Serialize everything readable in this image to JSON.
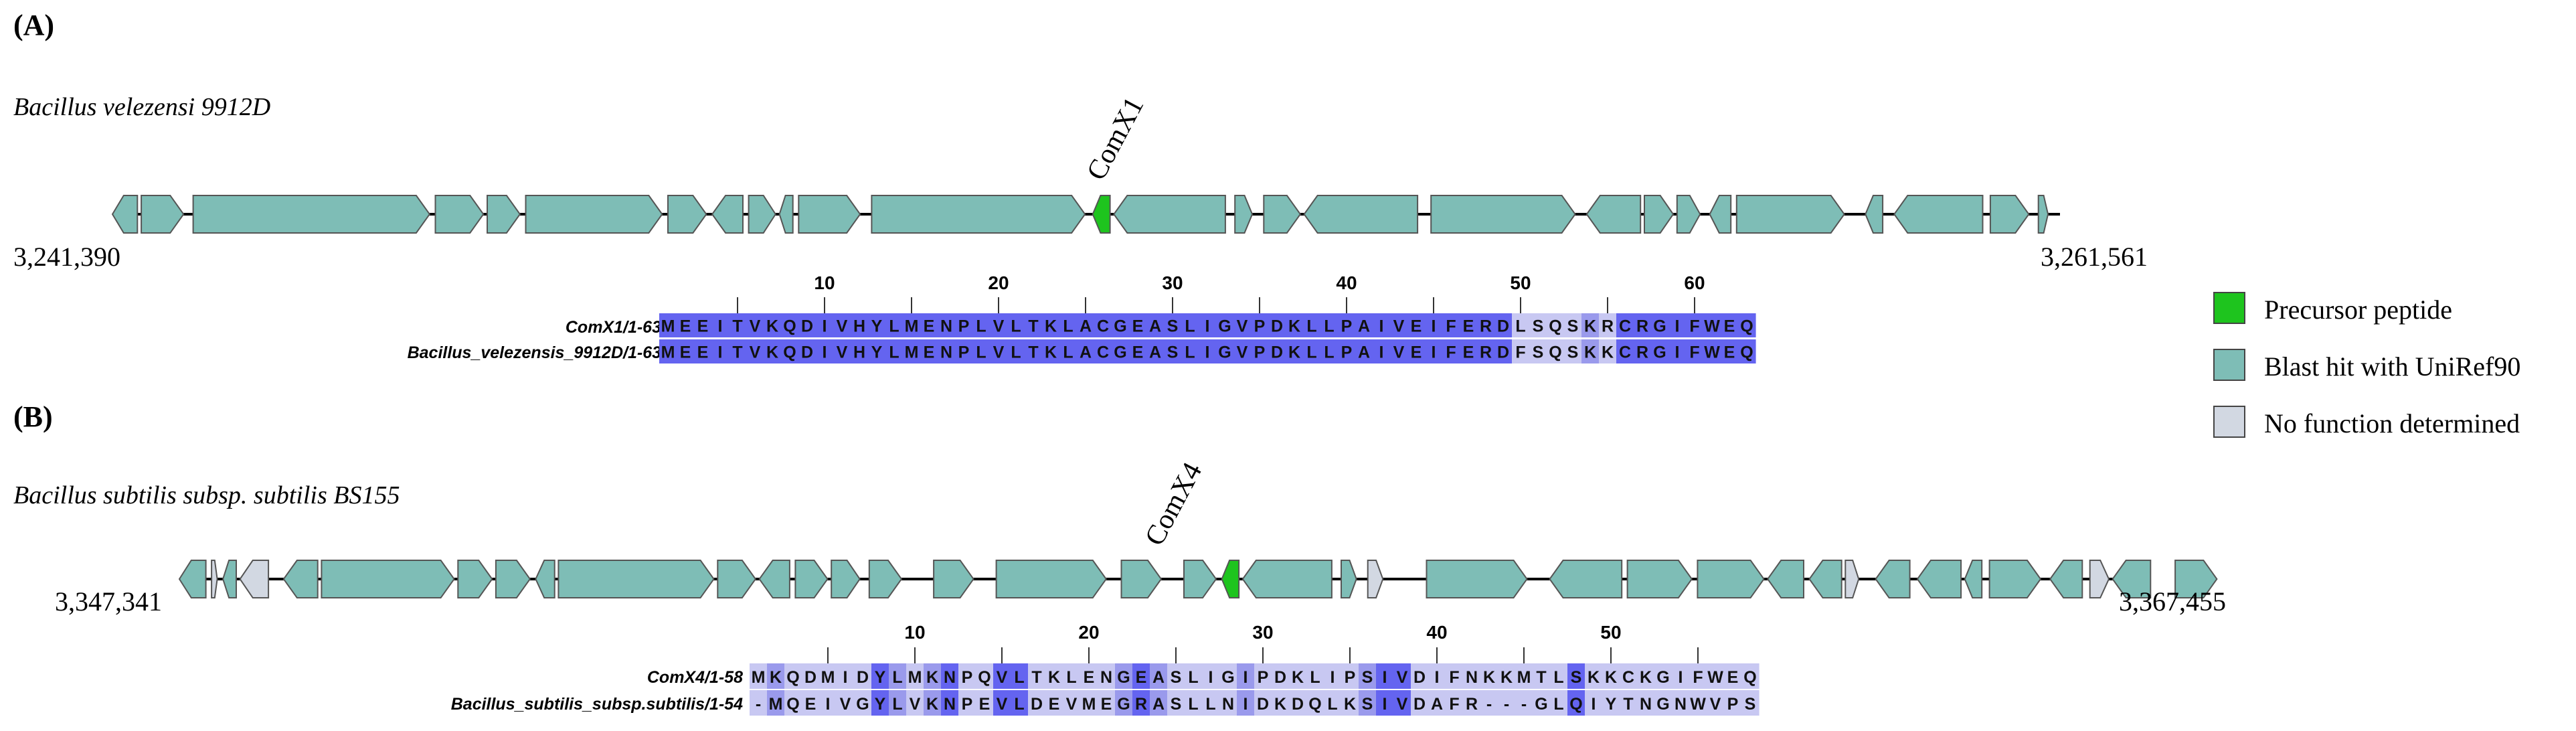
{
  "colors": {
    "precursor": "#1ec41e",
    "blast": "#7ebdb6",
    "nofunction": "#d2d8e2",
    "stroke": "#555555",
    "aln_dark": "#6464f0",
    "aln_mid": "#9a9aec",
    "aln_light": "#c8c8f2",
    "aln_none": "#ffffff"
  },
  "legend": {
    "items": [
      {
        "label": "Precursor peptide",
        "color_key": "precursor"
      },
      {
        "label": "Blast hit with UniRef90",
        "color_key": "blast"
      },
      {
        "label": "No function determined",
        "color_key": "nofunction"
      }
    ]
  },
  "panels": [
    {
      "tag": "(A)",
      "organism": "Bacillus velezensi 9912D",
      "start_coord": "3,241,390",
      "end_coord": "3,261,561",
      "precursor_label": "ComX1",
      "genes": [
        {
          "start": 0.0,
          "end": 0.013,
          "strand": "-",
          "type": "blast"
        },
        {
          "start": 0.015,
          "end": 0.037,
          "strand": "+",
          "type": "blast"
        },
        {
          "start": 0.042,
          "end": 0.165,
          "strand": "+",
          "type": "blast"
        },
        {
          "start": 0.168,
          "end": 0.193,
          "strand": "+",
          "type": "blast"
        },
        {
          "start": 0.195,
          "end": 0.212,
          "strand": "+",
          "type": "blast"
        },
        {
          "start": 0.215,
          "end": 0.286,
          "strand": "+",
          "type": "blast"
        },
        {
          "start": 0.289,
          "end": 0.309,
          "strand": "+",
          "type": "blast"
        },
        {
          "start": 0.312,
          "end": 0.328,
          "strand": "-",
          "type": "blast"
        },
        {
          "start": 0.331,
          "end": 0.345,
          "strand": "+",
          "type": "blast"
        },
        {
          "start": 0.347,
          "end": 0.354,
          "strand": "-",
          "type": "blast"
        },
        {
          "start": 0.357,
          "end": 0.389,
          "strand": "+",
          "type": "blast"
        },
        {
          "start": 0.395,
          "end": 0.506,
          "strand": "+",
          "type": "blast"
        },
        {
          "start": 0.51,
          "end": 0.519,
          "strand": "-",
          "type": "precursor"
        },
        {
          "start": 0.521,
          "end": 0.579,
          "strand": "-",
          "type": "blast"
        },
        {
          "start": 0.584,
          "end": 0.593,
          "strand": "+",
          "type": "blast"
        },
        {
          "start": 0.599,
          "end": 0.618,
          "strand": "+",
          "type": "blast"
        },
        {
          "start": 0.62,
          "end": 0.679,
          "strand": "-",
          "type": "blast"
        },
        {
          "start": 0.686,
          "end": 0.761,
          "strand": "+",
          "type": "blast"
        },
        {
          "start": 0.767,
          "end": 0.795,
          "strand": "-",
          "type": "blast"
        },
        {
          "start": 0.797,
          "end": 0.812,
          "strand": "+",
          "type": "blast"
        },
        {
          "start": 0.814,
          "end": 0.826,
          "strand": "+",
          "type": "blast"
        },
        {
          "start": 0.831,
          "end": 0.842,
          "strand": "-",
          "type": "blast"
        },
        {
          "start": 0.845,
          "end": 0.901,
          "strand": "+",
          "type": "blast"
        },
        {
          "start": 0.912,
          "end": 0.921,
          "strand": "-",
          "type": "blast"
        },
        {
          "start": 0.927,
          "end": 0.973,
          "strand": "-",
          "type": "blast"
        },
        {
          "start": 0.977,
          "end": 0.997,
          "strand": "+",
          "type": "blast"
        },
        {
          "start": 1.002,
          "end": 1.007,
          "strand": "+",
          "type": "blast"
        }
      ],
      "alignment": {
        "ticks": [
          10,
          20,
          30,
          40,
          50,
          60
        ],
        "rows": [
          {
            "name": "ComX1/1-63",
            "seq": "MEEITVKQDIVHYLMENPLVLTKLACGEASLIGVPDKLLPAIVEIFERDLSQSKRCRGIFWEQ"
          },
          {
            "name": "Bacillus_velezensis_9912D/1-63",
            "seq": "MEEITVKQDIVHYLMENPLVLTKLACGEASLIGVPDKLLPAIVEIFERDFSQSKKCRGIFWEQ"
          }
        ],
        "shades": "dddddddddddddddddddddddddddddddddddddddddddddddddllllmlddddddddd"
      }
    },
    {
      "tag": "(B)",
      "organism": "Bacillus subtilis subsp. subtilis BS155",
      "start_coord": "3,347,341",
      "end_coord": "3,367,455",
      "precursor_label": "ComX4",
      "genes": [
        {
          "start": 0.0,
          "end": 0.014,
          "strand": "-",
          "type": "blast"
        },
        {
          "start": 0.017,
          "end": 0.02,
          "strand": "+",
          "type": "nofunction"
        },
        {
          "start": 0.023,
          "end": 0.03,
          "strand": "-",
          "type": "blast"
        },
        {
          "start": 0.032,
          "end": 0.047,
          "strand": "-",
          "type": "nofunction"
        },
        {
          "start": 0.055,
          "end": 0.073,
          "strand": "-",
          "type": "blast"
        },
        {
          "start": 0.075,
          "end": 0.145,
          "strand": "+",
          "type": "blast"
        },
        {
          "start": 0.147,
          "end": 0.165,
          "strand": "+",
          "type": "blast"
        },
        {
          "start": 0.167,
          "end": 0.185,
          "strand": "+",
          "type": "blast"
        },
        {
          "start": 0.188,
          "end": 0.198,
          "strand": "-",
          "type": "blast"
        },
        {
          "start": 0.2,
          "end": 0.282,
          "strand": "+",
          "type": "blast"
        },
        {
          "start": 0.284,
          "end": 0.304,
          "strand": "+",
          "type": "blast"
        },
        {
          "start": 0.306,
          "end": 0.322,
          "strand": "-",
          "type": "blast"
        },
        {
          "start": 0.325,
          "end": 0.342,
          "strand": "+",
          "type": "blast"
        },
        {
          "start": 0.344,
          "end": 0.359,
          "strand": "+",
          "type": "blast"
        },
        {
          "start": 0.364,
          "end": 0.381,
          "strand": "+",
          "type": "blast"
        },
        {
          "start": 0.398,
          "end": 0.419,
          "strand": "+",
          "type": "blast"
        },
        {
          "start": 0.431,
          "end": 0.489,
          "strand": "+",
          "type": "blast"
        },
        {
          "start": 0.497,
          "end": 0.518,
          "strand": "+",
          "type": "blast"
        },
        {
          "start": 0.53,
          "end": 0.547,
          "strand": "+",
          "type": "blast"
        },
        {
          "start": 0.55,
          "end": 0.559,
          "strand": "-",
          "type": "precursor"
        },
        {
          "start": 0.561,
          "end": 0.608,
          "strand": "-",
          "type": "blast"
        },
        {
          "start": 0.613,
          "end": 0.621,
          "strand": "+",
          "type": "blast"
        },
        {
          "start": 0.627,
          "end": 0.635,
          "strand": "+",
          "type": "nofunction"
        },
        {
          "start": 0.658,
          "end": 0.711,
          "strand": "+",
          "type": "blast"
        },
        {
          "start": 0.723,
          "end": 0.761,
          "strand": "-",
          "type": "blast"
        },
        {
          "start": 0.764,
          "end": 0.798,
          "strand": "+",
          "type": "blast"
        },
        {
          "start": 0.801,
          "end": 0.836,
          "strand": "+",
          "type": "blast"
        },
        {
          "start": 0.838,
          "end": 0.857,
          "strand": "-",
          "type": "blast"
        },
        {
          "start": 0.86,
          "end": 0.877,
          "strand": "-",
          "type": "blast"
        },
        {
          "start": 0.879,
          "end": 0.886,
          "strand": "+",
          "type": "nofunction"
        },
        {
          "start": 0.895,
          "end": 0.913,
          "strand": "-",
          "type": "blast"
        },
        {
          "start": 0.917,
          "end": 0.94,
          "strand": "-",
          "type": "blast"
        },
        {
          "start": 0.942,
          "end": 0.951,
          "strand": "-",
          "type": "blast"
        },
        {
          "start": 0.955,
          "end": 0.982,
          "strand": "+",
          "type": "blast"
        },
        {
          "start": 0.987,
          "end": 1.004,
          "strand": "-",
          "type": "blast"
        },
        {
          "start": 1.008,
          "end": 1.018,
          "strand": "+",
          "type": "nofunction"
        },
        {
          "start": 1.02,
          "end": 1.04,
          "strand": "-",
          "type": "blast"
        },
        {
          "start": 1.053,
          "end": 1.075,
          "strand": "+",
          "type": "blast"
        }
      ],
      "alignment": {
        "ticks": [
          10,
          20,
          30,
          40,
          50
        ],
        "rows": [
          {
            "name": "ComX4/1-58",
            "seq": "MKQDMIDYLMKNPQVLTKLENGEASLIGIPDKLIPSIVDIFNKKMTLSKKCKGIFWEQ"
          },
          {
            "name": "Bacillus_subtilis_subsp.subtilis/1-54",
            "seq": "-MQEIVGYLVKNPEVLDEVMEGRASLLNIDKDQLKSIVDAFR---GLQIYTNGNWVPS"
          }
        ],
        "shades": "lmllllldmlmdllddlllllmdmllllmllllllmddllllllllldllllllllll"
      }
    }
  ]
}
